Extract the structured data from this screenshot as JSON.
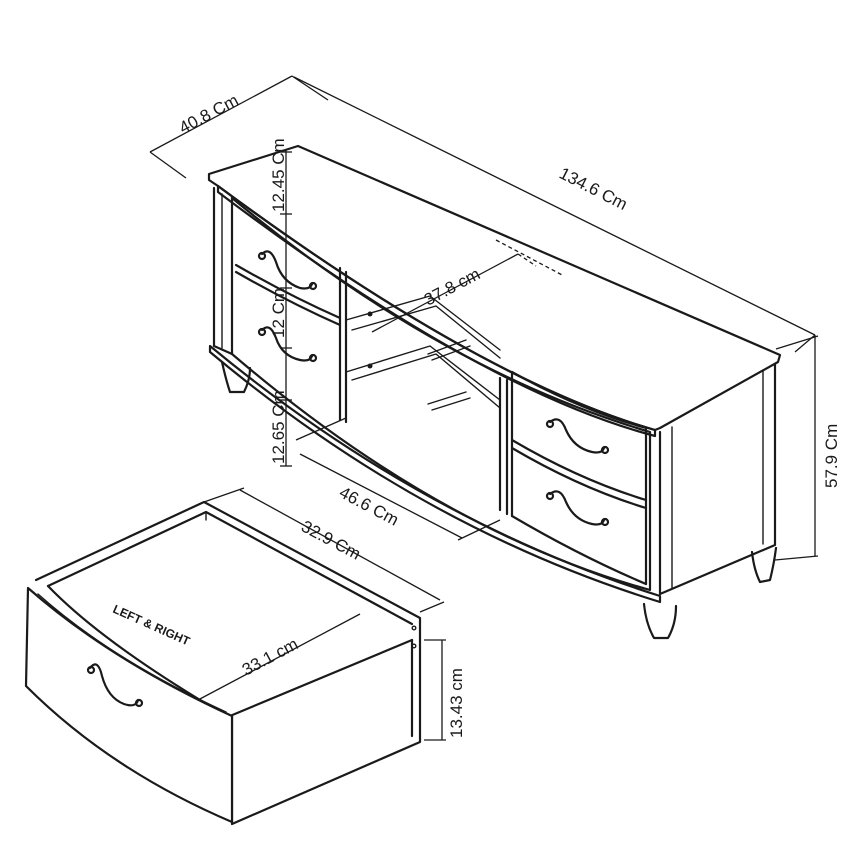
{
  "dimensions": {
    "depth": "40.8 Cm",
    "width": "134.6 Cm",
    "height": "57.9 Cm",
    "drawer_height_top": "12.45 Cm",
    "drawer_height_mid": "12 Cm",
    "drawer_height_bottom": "12.65 Cm",
    "shelf_depth": "37.8 cm",
    "shelf_width": "46.6 Cm",
    "drawer_width": "32.9 Cm",
    "drawer_depth": "33.1 cm",
    "drawer_height": "13.43 cm"
  },
  "drawer_note": "LEFT & RIGHT"
}
